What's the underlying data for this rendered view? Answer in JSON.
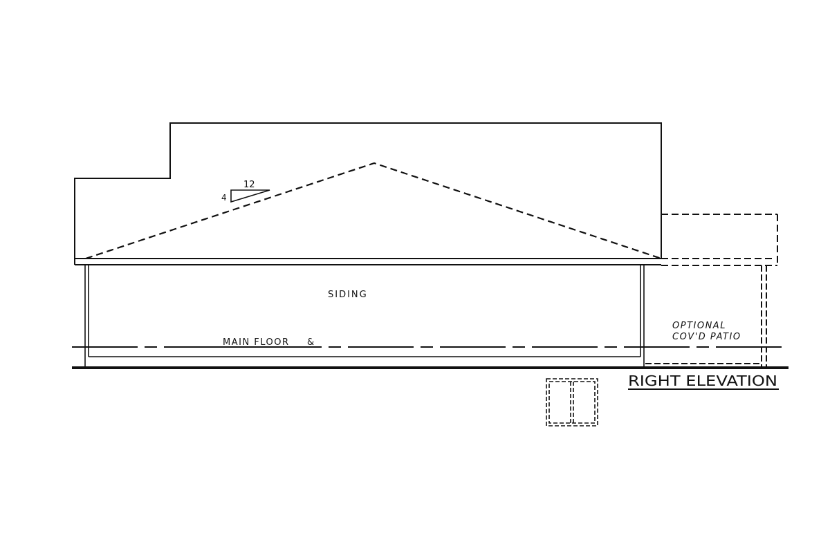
{
  "drawing": {
    "title": "RIGHT ELEVATION",
    "labels": {
      "siding": "SIDING",
      "main_floor": "MAIN FLOOR",
      "main_floor_symbol": "&",
      "patio_line1": "OPTIONAL",
      "patio_line2": "COV'D PATIO"
    },
    "roof_pitch": {
      "rise": "4",
      "run": "12"
    },
    "colors": {
      "line": "#111111",
      "background": "#ffffff"
    }
  }
}
